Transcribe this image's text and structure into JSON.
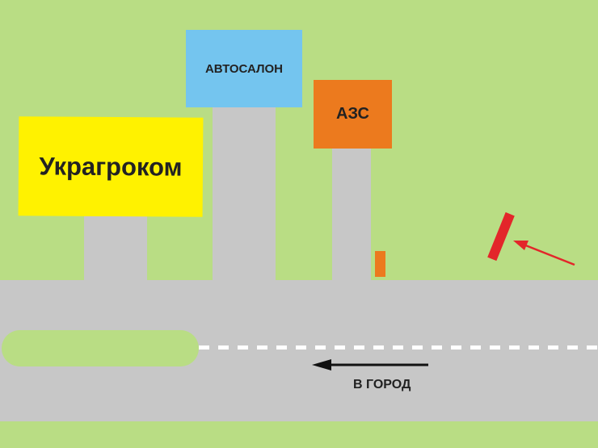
{
  "signs": {
    "ukragrokom": "Украгроком",
    "avtosalon": "АВТОСАЛОН",
    "azs": "АЗС"
  },
  "road": {
    "direction_label": "В ГОРОД"
  },
  "colors": {
    "grass": "#b9dd84",
    "road": "#c7c7c7",
    "ukragrokom_sign": "#fff200",
    "avtosalon_sign": "#74c5ef",
    "azs_sign": "#ec7a1e",
    "barrier": "#e3262a",
    "arrow_red": "#e3262a",
    "arrow_dark": "#111111"
  }
}
